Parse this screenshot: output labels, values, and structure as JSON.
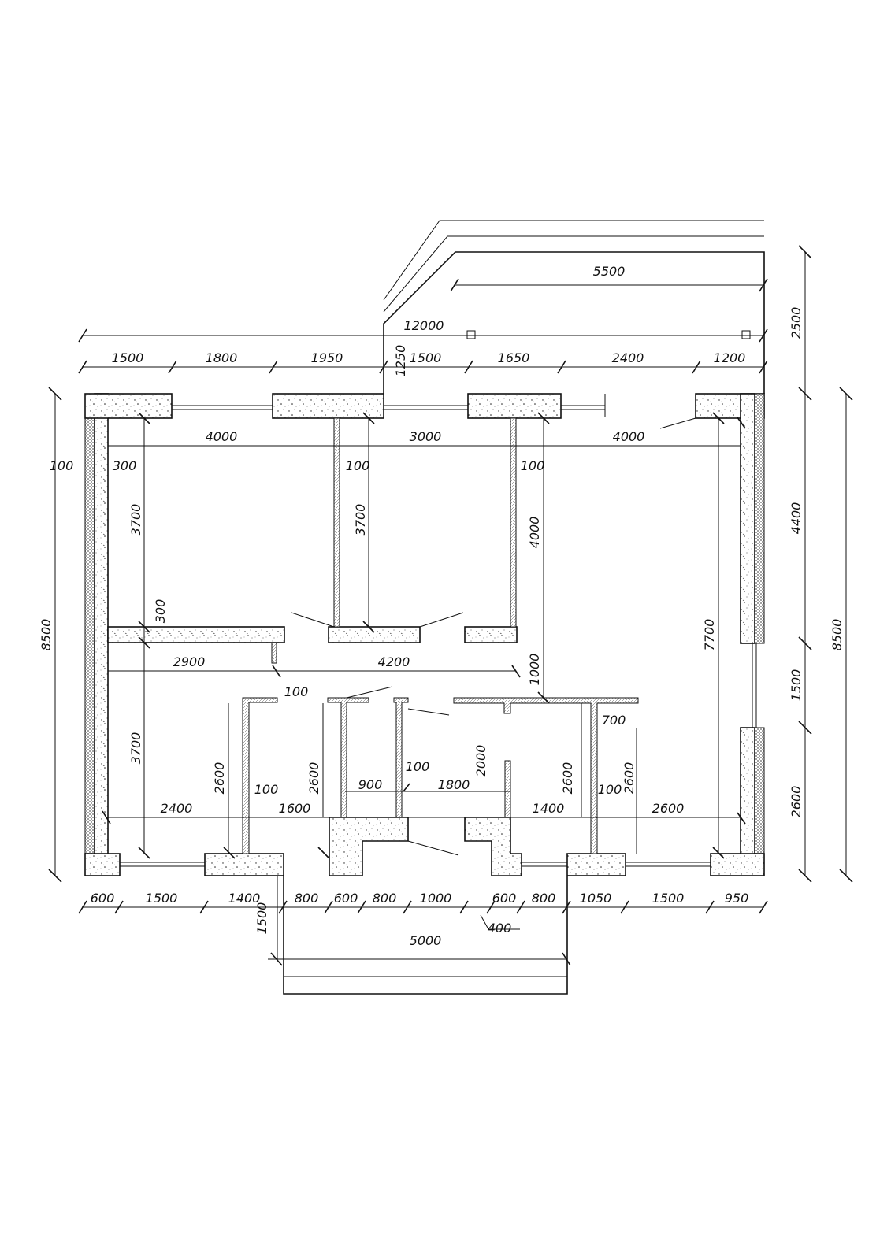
{
  "plan": {
    "top_overall": "12000",
    "top_segments": [
      "1500",
      "1800",
      "1950",
      "1500",
      "1650",
      "2400",
      "1200"
    ],
    "top_left_vertical": "1250",
    "annex_width": "5500",
    "annex_depth": "2500",
    "room_widths_top": [
      "4000",
      "3000",
      "4000"
    ],
    "wall_thickness": [
      "100",
      "300",
      "100",
      "100"
    ],
    "room_heights_top": [
      "3700",
      "3700",
      "4000"
    ],
    "interior_wall_300": "300",
    "corridor_widths": [
      "2900",
      "4200"
    ],
    "corridor_height": "1000",
    "partition_100": "100",
    "closet_700": "700",
    "lower_left_height": "3700",
    "closet_heights": [
      "2600",
      "2600",
      "2600",
      "2600"
    ],
    "inner_labels": [
      "100",
      "900",
      "100",
      "1800",
      "2000",
      "100"
    ],
    "bottom_room_widths": [
      "2400",
      "1600",
      "1400",
      "2600"
    ],
    "right_overall_height": "7700",
    "right_segments": [
      "4400",
      "1500",
      "2600"
    ],
    "side_overall": [
      "8500",
      "8500"
    ],
    "bottom_segments": [
      "600",
      "1500",
      "1400",
      "800",
      "600",
      "800",
      "1000",
      "600",
      "800",
      "1050",
      "1500",
      "950"
    ],
    "porch_depth": "1500",
    "porch_width": "5000",
    "porch_offset": "400"
  }
}
